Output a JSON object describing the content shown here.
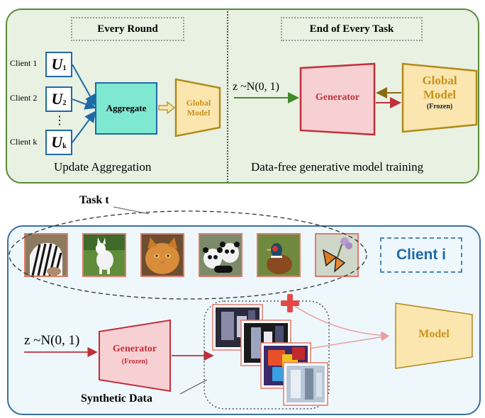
{
  "top_panel": {
    "round_header": "Every Round",
    "task_header": "End of Every Task",
    "clients": [
      {
        "label": "Client 1",
        "symbol": "U",
        "sub": "1"
      },
      {
        "label": "Client 2",
        "symbol": "U",
        "sub": "2"
      },
      {
        "label": "Client k",
        "symbol": "U",
        "sub": "k"
      }
    ],
    "dots": "⋮",
    "aggregate_label": "Aggregate",
    "global_model_small": [
      "Global",
      "Model"
    ],
    "left_caption": "Update Aggregation",
    "noise_label": "z ~N(0, 1)",
    "generator_label": "Generator",
    "global_model_large": [
      "Global",
      "Model"
    ],
    "frozen_label": "(Frozen)",
    "right_caption": "Data-free generative model training"
  },
  "bottom_panel": {
    "task_label": "Task t",
    "client_label": "Client i",
    "images": [
      "zebra",
      "white dog",
      "cat",
      "pandas",
      "pheasant",
      "butterfly"
    ],
    "noise_label": "z ~N(0, 1)",
    "generator_label": "Generator",
    "frozen_label": "(Frozen)",
    "model_label": "Model",
    "synthetic_label": "Synthetic Data",
    "plus_symbol": "+"
  },
  "colors": {
    "top_bg": "#e9f1e2",
    "top_border": "#5a8a3a",
    "bottom_bg": "#eef7fb",
    "bottom_border": "#3a6fa0",
    "client_box": "#1e6aa8",
    "aggregate_fill": "#7fe8d0",
    "model_fill": "#fbe6b0",
    "model_border": "#b08a1a",
    "model_text": "#c9921a",
    "generator_fill": "#f7d0d3",
    "generator_border": "#c0303a",
    "generator_text": "#c0303a",
    "client_i_text": "#1e6aa8"
  }
}
